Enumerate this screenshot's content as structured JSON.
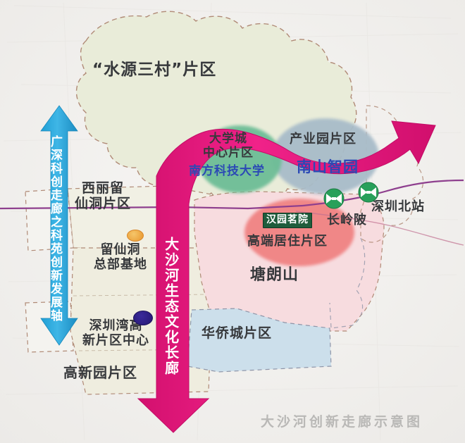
{
  "map": {
    "title_caption": "大沙河创新走廊示意图",
    "background_color": "#f2f1ef",
    "boundary_color": "#b08a76",
    "rail_line_color": "#8e3f8e"
  },
  "regions": [
    {
      "id": "shuiyuan",
      "label": "“水源三村”片区",
      "fill": "#e9ecd9",
      "text_color": "#37393c"
    },
    {
      "id": "xilie",
      "label": "西丽留\n仙洞片区",
      "fill": "#f1f0e4",
      "text_color": "#37393c"
    },
    {
      "id": "gaoxinyuan",
      "label": "高新园片区",
      "fill": "#efeddf",
      "text_color": "#37393c"
    },
    {
      "id": "tanglang",
      "label": "塘朗山",
      "fill": "#f7dcdf",
      "text_color": "#2f3134"
    },
    {
      "id": "huaqiao",
      "label": "华侨城片区",
      "fill": "#ccdfeb",
      "text_color": "#37393c"
    }
  ],
  "zones": [
    {
      "id": "daxuecheng",
      "label": "大学城\n中心片区",
      "sub_label": "南方科技大学",
      "fill": "#6dbd96",
      "sub_color": "#2b49b5"
    },
    {
      "id": "chanyeyuan",
      "label": "产业园片区",
      "sub_label": "南山智园",
      "fill": "#a8bcc9",
      "sub_color": "#2b49b5"
    },
    {
      "id": "gaoduan",
      "label": "高端居住片区",
      "sub_label": "",
      "fill": "#f08080",
      "sub_color": ""
    }
  ],
  "markers": [
    {
      "id": "liuxiandong",
      "label": "留仙洞\n总部基地",
      "color": "#e8a33d"
    },
    {
      "id": "shenzhenwan",
      "label": "深圳湾高\n新片区中心",
      "color": "#2b1f7a"
    }
  ],
  "stations": [
    {
      "id": "changlingpi",
      "label": "长岭陂",
      "color": "#28a05a"
    },
    {
      "id": "shenzhenbei",
      "label": "深圳北站",
      "color": "#28a05a"
    }
  ],
  "poi_boxes": [
    {
      "id": "hanyuanmingyuan",
      "label": "汉园茗院",
      "bg": "#1f5c3c",
      "text_color": "#ffffff"
    }
  ],
  "corridors": [
    {
      "id": "keyuan-axis",
      "label": "广深科创走廊之科苑创新发展轴",
      "color": "#2ba6dd",
      "direction": "double-vertical",
      "text_color": "#ffffff"
    },
    {
      "id": "dashahe-corridor",
      "label": "大沙河生态文化长廊",
      "color": "#e8187f",
      "direction": "curved-up-right",
      "text_color": "#ffffff"
    }
  ]
}
